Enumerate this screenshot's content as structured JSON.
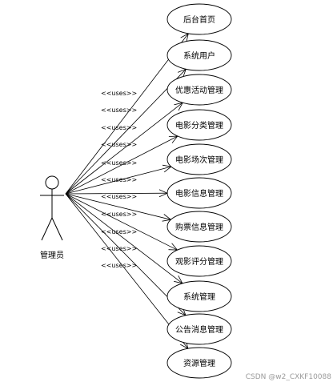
{
  "actor": {
    "label": "管理员"
  },
  "stereotype": "<<uses>>",
  "use_cases": [
    {
      "label": "后台首页"
    },
    {
      "label": "系统用户"
    },
    {
      "label": "优惠活动管理"
    },
    {
      "label": "电影分类管理"
    },
    {
      "label": "电影场次管理"
    },
    {
      "label": "电影信息管理"
    },
    {
      "label": "购票信息管理"
    },
    {
      "label": "观影评分管理"
    },
    {
      "label": "系统管理"
    },
    {
      "label": "公告消息管理"
    },
    {
      "label": "资源管理"
    }
  ],
  "watermark": "CSDN @w2_CXKF10088"
}
